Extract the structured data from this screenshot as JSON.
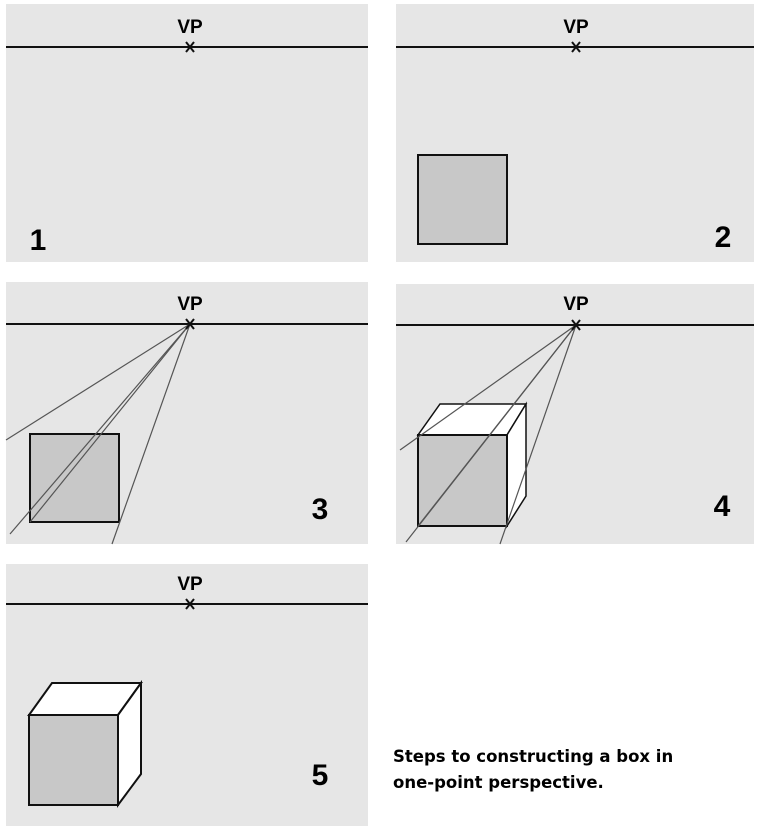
{
  "figure": {
    "vanishing_point_label": "VP",
    "panels": [
      {
        "step": "1"
      },
      {
        "step": "2"
      },
      {
        "step": "3"
      },
      {
        "step": "4"
      },
      {
        "step": "5"
      }
    ],
    "caption": {
      "line1": "Steps to constructing a box in",
      "line2": "one-point perspective."
    },
    "colors": {
      "panel_background": "#e6e6e6",
      "front_face": "#c8c8c8",
      "top_face": "#ffffff",
      "side_face": "#ffffff",
      "lines": "#000000"
    }
  }
}
